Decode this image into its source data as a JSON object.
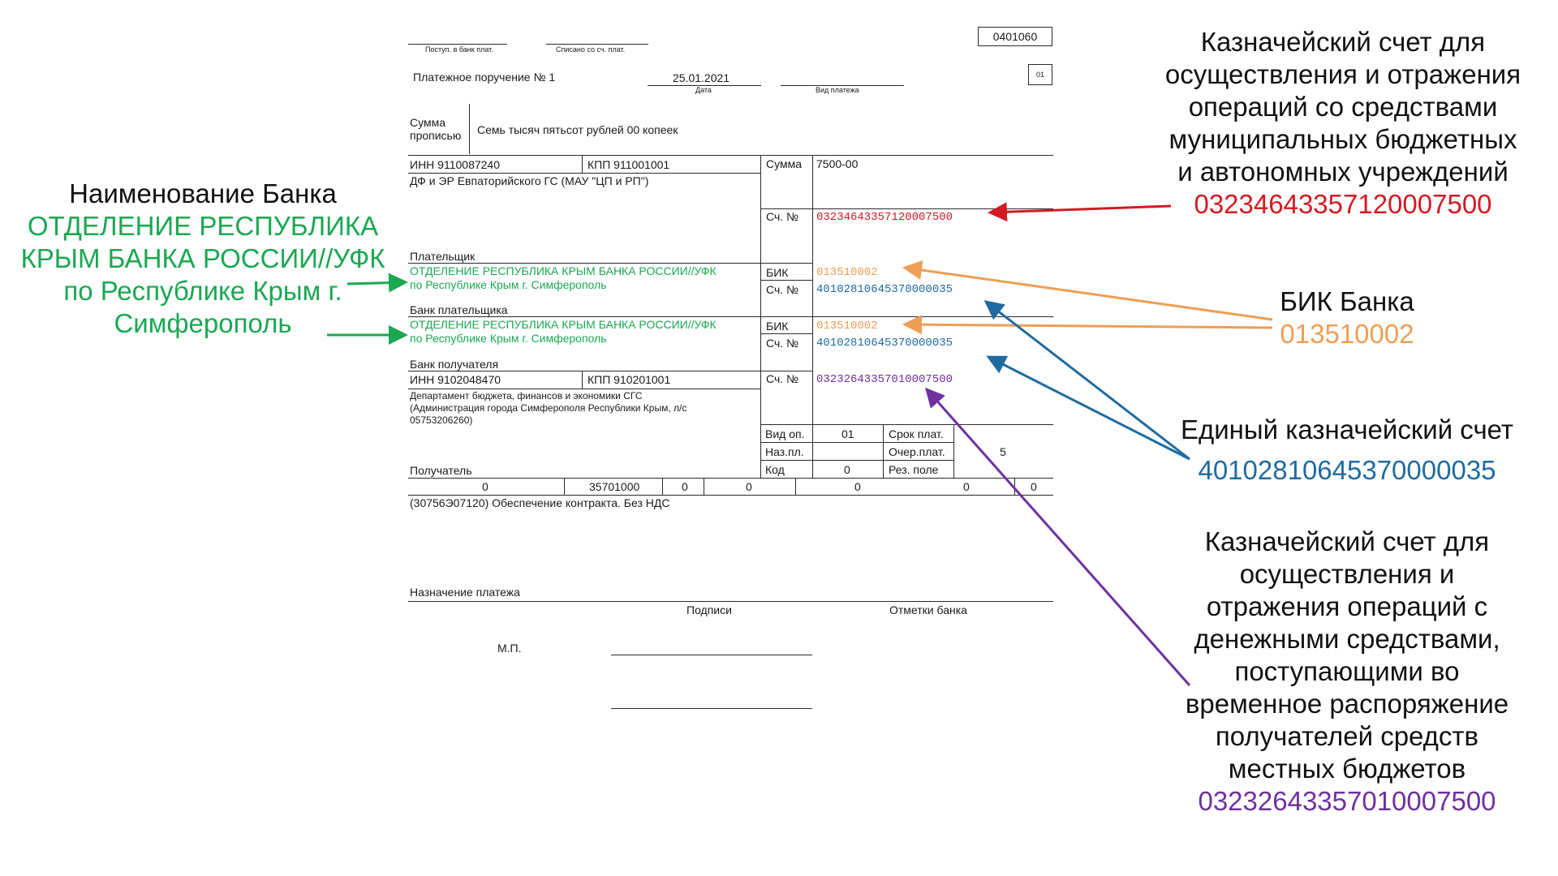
{
  "form": {
    "code": "0401060",
    "posted_label": "Поступ. в банк плат.",
    "debited_label": "Списано со сч. плат.",
    "title": "Платежное поручение № 1",
    "date_value": "25.01.2021",
    "date_label": "Дата",
    "payment_type_label": "Вид платежа",
    "status_code": "01",
    "amount_words_label_1": "Сумма",
    "amount_words_label_2": "прописью",
    "amount_words": "Семь тысяч пятьсот рублей 00 копеек",
    "payer_inn": "ИНН 9110087240",
    "payer_kpp": "КПП 911001001",
    "payer_name": "ДФ и ЭР Евпаторийского ГС (МАУ \"ЦП и РП\")",
    "sum_label": "Сумма",
    "sum_value": "7500-00",
    "acc_label": "Сч. №",
    "payer_account": "03234643357120007500",
    "payer_label": "Плательщик",
    "bank_name_1": "ОТДЕЛЕНИЕ РЕСПУБЛИКА КРЫМ БАНКА РОССИИ//УФК",
    "bank_name_2": "по Республике Крым г. Симферополь",
    "bik_label": "БИК",
    "bik_value": "013510002",
    "corr_account": "40102810645370000035",
    "payer_bank_label": "Банк плательщика",
    "recipient_bank_label": "Банк получателя",
    "recipient_inn": "ИНН 9102048470",
    "recipient_kpp": "КПП 910201001",
    "recipient_account": "03232643357010007500",
    "recipient_name_1": "Департамент бюджета, финансов и экономики СГС",
    "recipient_name_2": "(Администрация города Симферополя Республики Крым, л/с",
    "recipient_name_3": "05753206260)",
    "op_type_label": "Вид оп.",
    "op_type_value": "01",
    "term_label": "Срок плат.",
    "purpose_code_label": "Наз.пл.",
    "priority_label": "Очер.плат.",
    "priority_value": "5",
    "code_label": "Код",
    "code_value": "0",
    "reserve_label": "Рез. поле",
    "recipient_label": "Получатель",
    "tax_fields": [
      "0",
      "35701000",
      "0",
      "0",
      "0",
      "0",
      "0"
    ],
    "purpose_text": "(30756Э07120) Обеспечение контракта. Без НДС",
    "purpose_label": "Назначение платежа",
    "signatures_label": "Подписи",
    "bank_marks_label": "Отметки банка",
    "stamp_label": "М.П."
  },
  "annotations": {
    "bank_name": {
      "title": "Наименование Банка",
      "lines": [
        "ОТДЕЛЕНИЕ РЕСПУБЛИКА",
        "КРЫМ БАНКА РОССИИ//УФК",
        "по Республике Крым г.",
        "Симферополь"
      ]
    },
    "treasury_budget": {
      "lines": [
        "Казначейский счет для",
        "осуществления и отражения",
        "операций со средствами",
        "муниципальных бюджетных",
        "и  автономных учреждений"
      ],
      "value": "03234643357120007500"
    },
    "bik": {
      "title": "БИК Банка",
      "value": "013510002"
    },
    "unified": {
      "title": "Единый казначейский счет",
      "value": "40102810645370000035"
    },
    "treasury_temp": {
      "lines": [
        "Казначейский счет для",
        "осуществления и",
        "отражения операций с",
        "денежными средствами,",
        "поступающими во",
        "временное распоряжение",
        "получателей средств",
        "местных бюджетов"
      ],
      "value": "03232643357010007500"
    }
  },
  "colors": {
    "green": "#1aa851",
    "red": "#d41a22",
    "orange": "#ee9e55",
    "blue": "#1f6ba0",
    "purple": "#7030a0"
  }
}
